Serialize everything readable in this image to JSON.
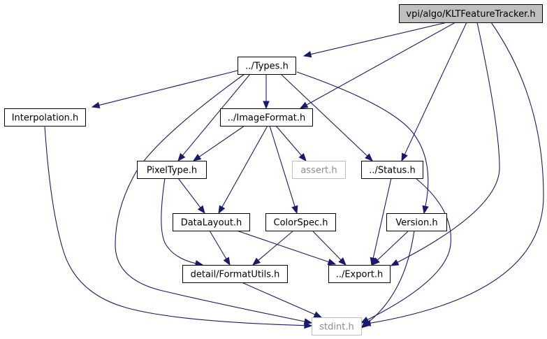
{
  "graph": {
    "nodes": [
      {
        "id": "klt",
        "label": "vpi/algo/KLTFeatureTracker.h",
        "root": true
      },
      {
        "id": "types",
        "label": "../Types.h"
      },
      {
        "id": "interp",
        "label": "Interpolation.h"
      },
      {
        "id": "imgfmt",
        "label": "../ImageFormat.h"
      },
      {
        "id": "pixtype",
        "label": "PixelType.h"
      },
      {
        "id": "assert",
        "label": "assert.h",
        "external": true
      },
      {
        "id": "status",
        "label": "../Status.h"
      },
      {
        "id": "datalayout",
        "label": "DataLayout.h"
      },
      {
        "id": "colorspec",
        "label": "ColorSpec.h"
      },
      {
        "id": "version",
        "label": "Version.h"
      },
      {
        "id": "formatutils",
        "label": "detail/FormatUtils.h"
      },
      {
        "id": "export",
        "label": "../Export.h"
      },
      {
        "id": "stdint",
        "label": "stdint.h",
        "external": true
      }
    ],
    "edges": [
      [
        "klt",
        "types"
      ],
      [
        "klt",
        "imgfmt"
      ],
      [
        "klt",
        "status"
      ],
      [
        "klt",
        "export"
      ],
      [
        "klt",
        "stdint"
      ],
      [
        "types",
        "interp"
      ],
      [
        "types",
        "imgfmt"
      ],
      [
        "types",
        "pixtype"
      ],
      [
        "types",
        "status"
      ],
      [
        "types",
        "version"
      ],
      [
        "types",
        "stdint"
      ],
      [
        "interp",
        "stdint"
      ],
      [
        "imgfmt",
        "pixtype"
      ],
      [
        "imgfmt",
        "assert"
      ],
      [
        "imgfmt",
        "datalayout"
      ],
      [
        "imgfmt",
        "colorspec"
      ],
      [
        "pixtype",
        "datalayout"
      ],
      [
        "pixtype",
        "formatutils"
      ],
      [
        "status",
        "export"
      ],
      [
        "status",
        "stdint"
      ],
      [
        "datalayout",
        "formatutils"
      ],
      [
        "datalayout",
        "export"
      ],
      [
        "colorspec",
        "formatutils"
      ],
      [
        "colorspec",
        "export"
      ],
      [
        "version",
        "export"
      ],
      [
        "version",
        "stdint"
      ],
      [
        "formatutils",
        "stdint"
      ]
    ],
    "colors": {
      "edge": "#191970",
      "root_fill": "#bfbfbf",
      "node_border": "#000000",
      "external_border": "#bfbfbf",
      "external_text": "#8c8c8c"
    }
  }
}
